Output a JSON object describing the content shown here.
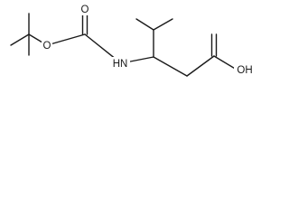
{
  "molecule": {
    "atoms": {
      "o_ester": "O",
      "o_carbonyl": "O",
      "n_amide": "HN",
      "o_hydroxyl": "OH"
    }
  },
  "colors": {
    "bond": "#1a1a1a",
    "background": "#ffffff"
  }
}
